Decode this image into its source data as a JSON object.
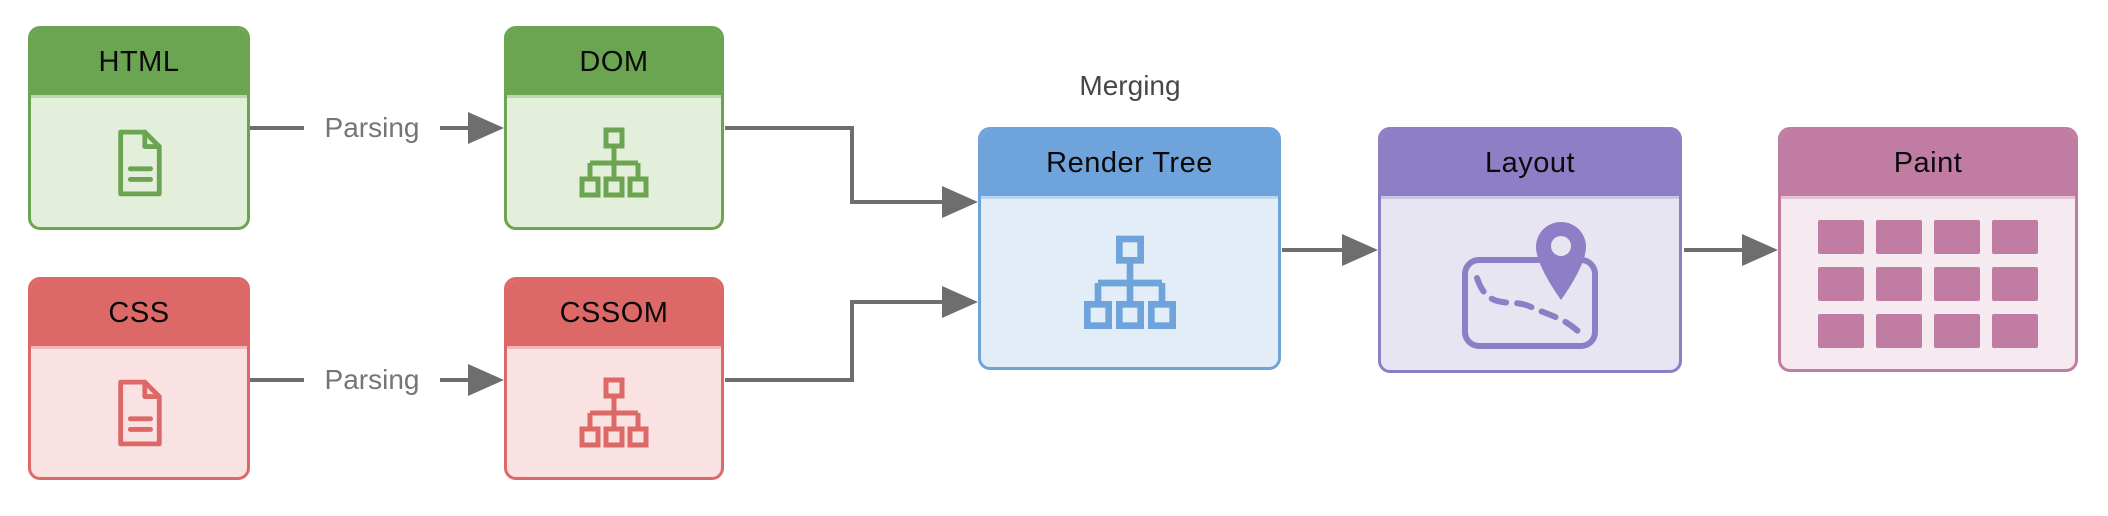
{
  "nodes": {
    "html": {
      "label": "HTML",
      "icon": "document-icon",
      "header_color": "#6BA551",
      "body_color": "#E4EFDB"
    },
    "dom": {
      "label": "DOM",
      "icon": "tree-icon",
      "header_color": "#6BA551",
      "body_color": "#E4EFDB"
    },
    "css": {
      "label": "CSS",
      "icon": "document-icon",
      "header_color": "#DC6967",
      "body_color": "#F9E2E1"
    },
    "cssom": {
      "label": "CSSOM",
      "icon": "tree-icon",
      "header_color": "#DC6967",
      "body_color": "#F9E2E1"
    },
    "render_tree": {
      "label": "Render Tree",
      "icon": "tree-icon",
      "header_color": "#6EA4DB",
      "body_color": "#E2EDF8"
    },
    "layout": {
      "label": "Layout",
      "icon": "map-icon",
      "header_color": "#8D7EC5",
      "body_color": "#E7E5F2"
    },
    "paint": {
      "label": "Paint",
      "icon": "grid-icon",
      "header_color": "#C17CA4",
      "body_color": "#F6EAF1"
    }
  },
  "edges": [
    {
      "from": "html",
      "to": "dom",
      "label": "Parsing"
    },
    {
      "from": "css",
      "to": "cssom",
      "label": "Parsing"
    },
    {
      "from": "dom",
      "to": "render_tree",
      "label": ""
    },
    {
      "from": "cssom",
      "to": "render_tree",
      "label": ""
    },
    {
      "from": "render_tree",
      "to": "layout",
      "label": ""
    },
    {
      "from": "layout",
      "to": "paint",
      "label": ""
    }
  ],
  "labels": {
    "merging": "Merging"
  },
  "colors": {
    "connector": "#6E6E6E",
    "edge_label_text": "#757575",
    "merging_text": "#474747",
    "node_title_text": "#0A0A0A",
    "background": "#FFFFFF"
  }
}
